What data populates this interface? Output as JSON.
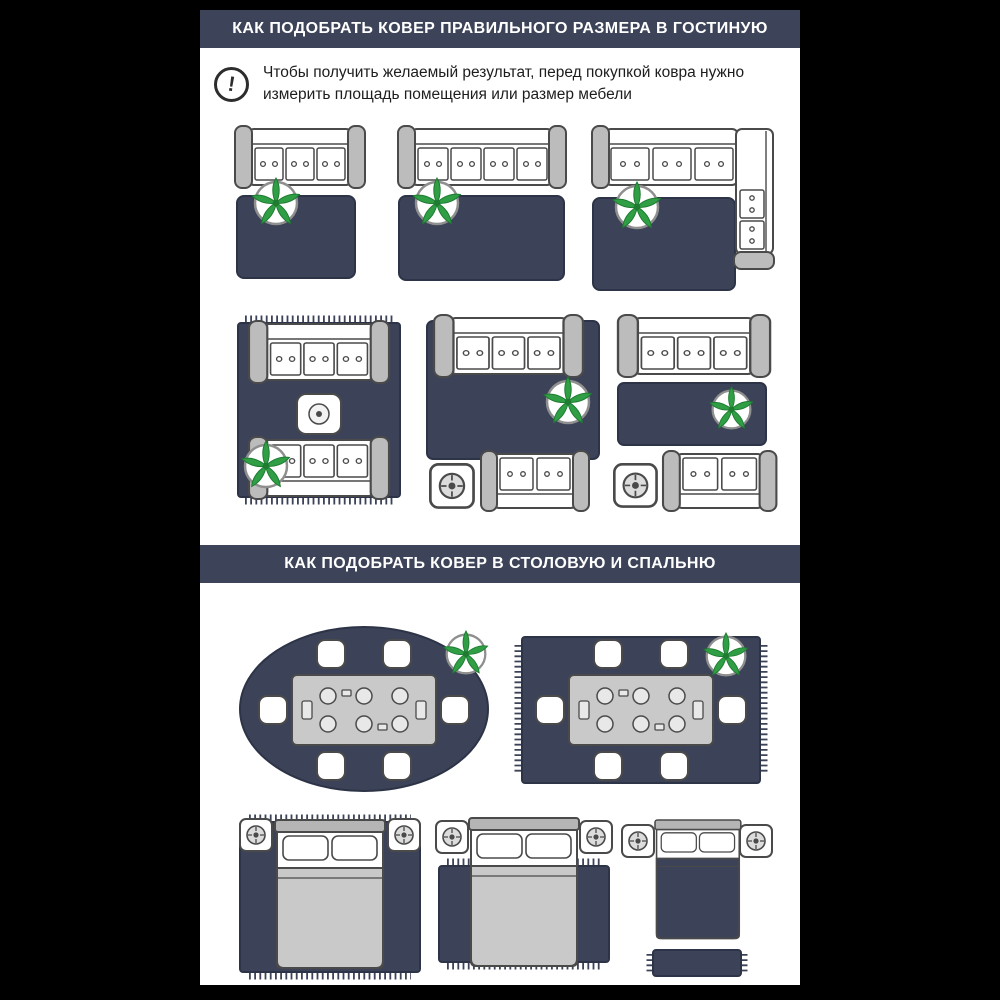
{
  "layout": {
    "background_color": "#000000",
    "panel_color": "#ffffff"
  },
  "colors": {
    "header_band": "#3d4459",
    "rug_navy": "#3c4358",
    "furniture_outline": "#4a4a4a",
    "furniture_gray": "#bcbcbc",
    "blanket_gray": "#c9c9c9",
    "plant_green": "#2f9e44",
    "text": "#1d1d1d"
  },
  "icons": {
    "warning": "warning-icon",
    "warning_glyph": "!",
    "plant": "plant-icon"
  },
  "sections": {
    "living_room": {
      "title": "КАК ПОДОБРАТЬ КОВЕР ПРАВИЛЬНОГО РАЗМЕРА В ГОСТИНУЮ",
      "note": "Чтобы получить желаемый результат, перед покупкой ковра нужно измерить площадь помещения или размер мебели",
      "diagrams": [
        "sofa-with-rug-in-front",
        "wide-sofa-with-rug-same-width",
        "corner-sofa-with-rug",
        "two-sofas-all-on-large-fringed-rug",
        "two-sofas-front-legs-on-rug",
        "small-rug-between-two-sofas"
      ]
    },
    "dining_bedroom": {
      "title": "КАК ПОДОБРАТЬ КОВЕР В СТОЛОВУЮ И СПАЛЬНЮ",
      "diagrams": [
        "oval-rug-under-dining-table-and-chairs",
        "rectangular-fringed-rug-under-dining-table",
        "bed-fully-on-large-fringed-rug",
        "rug-under-lower-two-thirds-of-bed",
        "small-rug-at-foot-of-bed"
      ]
    }
  }
}
